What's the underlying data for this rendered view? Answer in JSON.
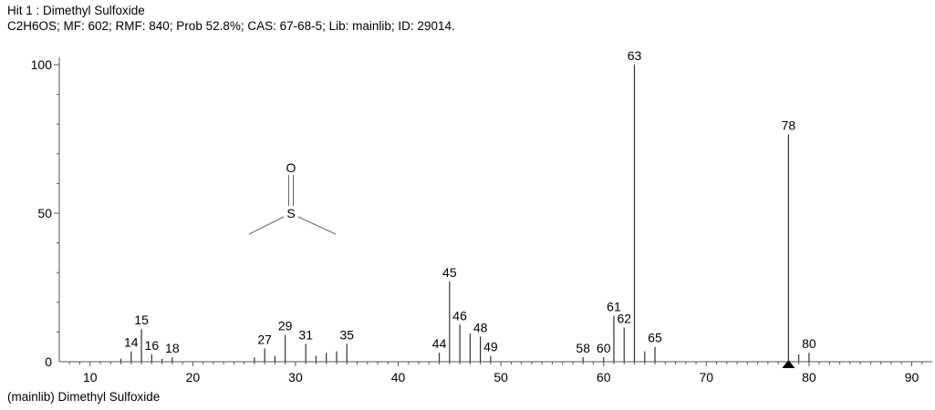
{
  "header": {
    "title": "Hit 1 : Dimethyl Sulfoxide",
    "info": "C2H6OS; MF: 602; RMF: 840; Prob 52.8%; CAS: 67-68-5; Lib: mainlib; ID: 29014."
  },
  "footer": {
    "caption": "(mainlib) Dimethyl Sulfoxide"
  },
  "structure": {
    "atom_top": "O",
    "atom_center": "S"
  },
  "chart_data": {
    "type": "bar",
    "xlim": [
      7,
      92
    ],
    "ylim": [
      0,
      100
    ],
    "xticks": [
      10,
      20,
      30,
      40,
      50,
      60,
      70,
      80,
      90
    ],
    "yticks": [
      0,
      50,
      100
    ],
    "peaks": [
      {
        "x": 13,
        "y": 1
      },
      {
        "x": 14,
        "y": 3.5,
        "label": "14"
      },
      {
        "x": 15,
        "y": 11,
        "label": "15"
      },
      {
        "x": 16,
        "y": 2.5,
        "label": "16"
      },
      {
        "x": 17,
        "y": 1
      },
      {
        "x": 18,
        "y": 1.5,
        "label": "18"
      },
      {
        "x": 26,
        "y": 1.5
      },
      {
        "x": 27,
        "y": 4.5,
        "label": "27"
      },
      {
        "x": 28,
        "y": 2
      },
      {
        "x": 29,
        "y": 9,
        "label": "29"
      },
      {
        "x": 31,
        "y": 6,
        "label": "31"
      },
      {
        "x": 32,
        "y": 2
      },
      {
        "x": 33,
        "y": 3
      },
      {
        "x": 34,
        "y": 3.5
      },
      {
        "x": 35,
        "y": 6,
        "label": "35"
      },
      {
        "x": 44,
        "y": 3,
        "label": "44"
      },
      {
        "x": 45,
        "y": 27,
        "label": "45"
      },
      {
        "x": 46,
        "y": 12.5,
        "label": "46"
      },
      {
        "x": 47,
        "y": 9.5
      },
      {
        "x": 48,
        "y": 8.5,
        "label": "48"
      },
      {
        "x": 49,
        "y": 2,
        "label": "49"
      },
      {
        "x": 58,
        "y": 1.5,
        "label": "58"
      },
      {
        "x": 60,
        "y": 1.5,
        "label": "60"
      },
      {
        "x": 61,
        "y": 15.5,
        "label": "61"
      },
      {
        "x": 62,
        "y": 11.5,
        "label": "62"
      },
      {
        "x": 63,
        "y": 100,
        "label": "63"
      },
      {
        "x": 64,
        "y": 3.5
      },
      {
        "x": 65,
        "y": 5,
        "label": "65"
      },
      {
        "x": 78,
        "y": 76.5,
        "label": "78"
      },
      {
        "x": 79,
        "y": 2.5
      },
      {
        "x": 80,
        "y": 3,
        "label": "80"
      }
    ],
    "marker_x": 78
  }
}
